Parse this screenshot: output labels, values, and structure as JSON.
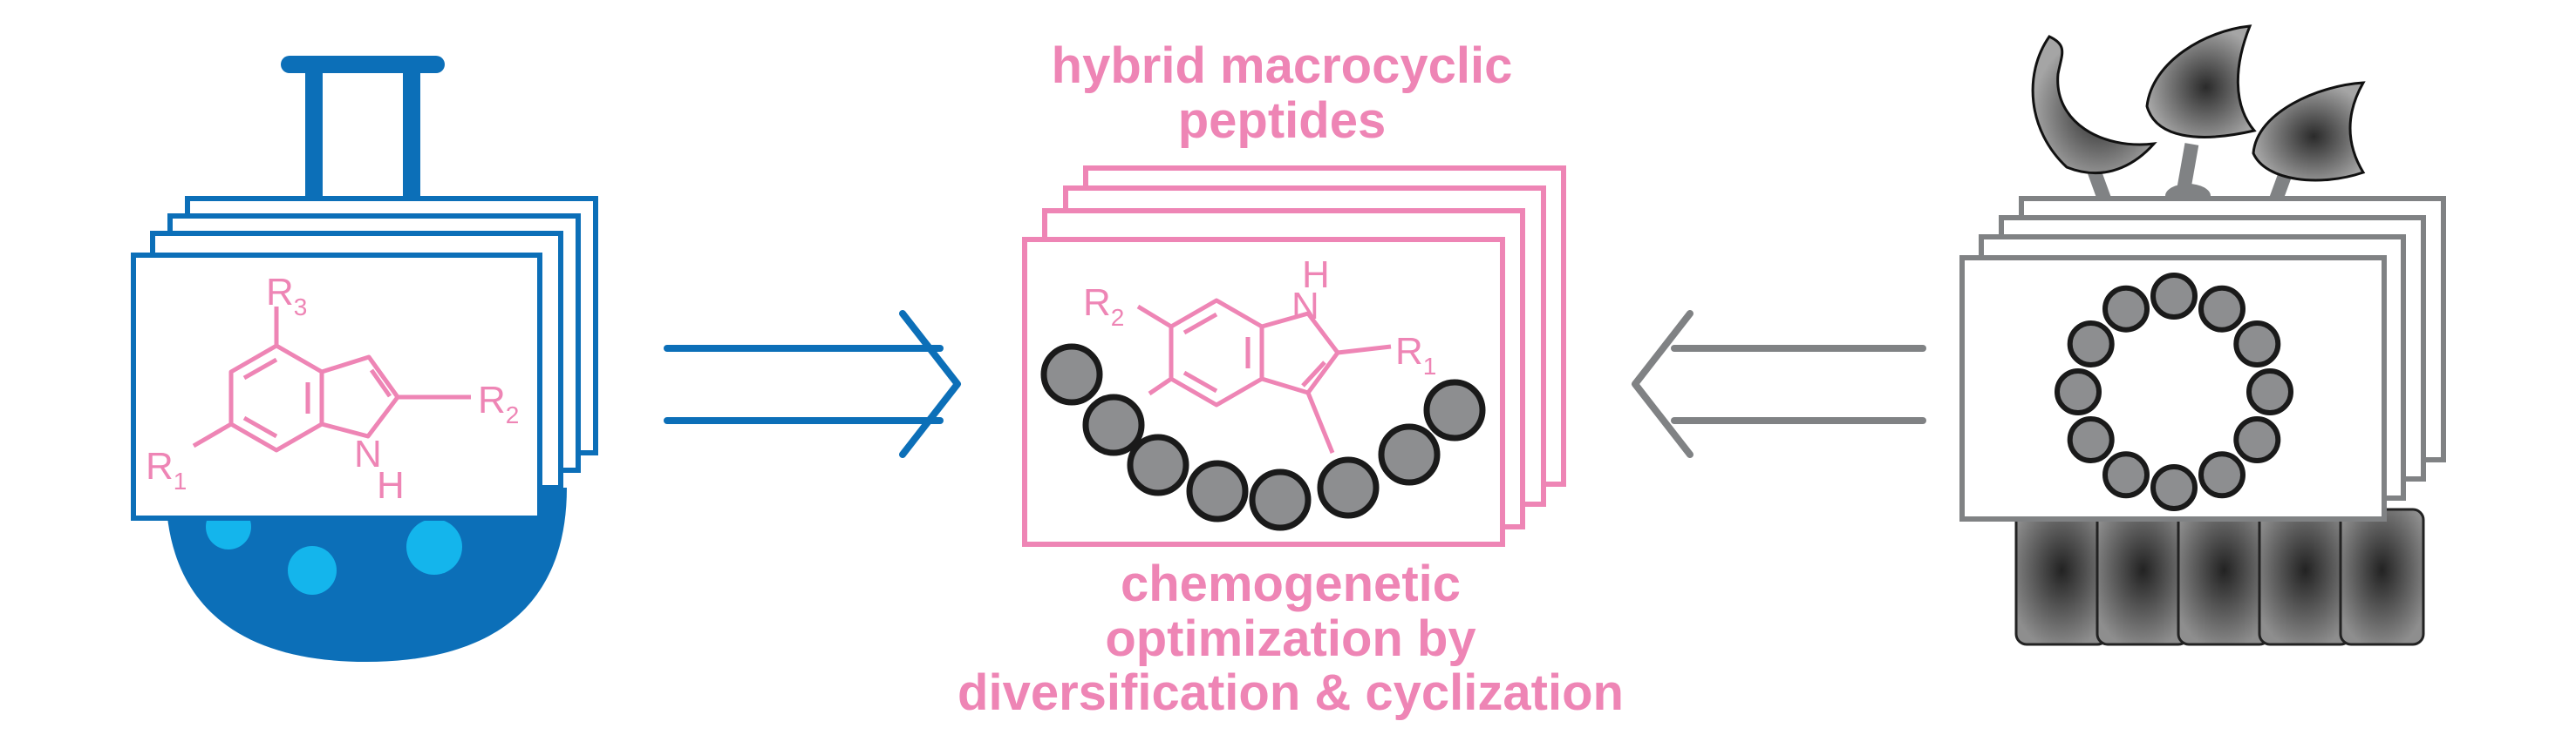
{
  "captions": {
    "top_line1": "hybrid macrocyclic",
    "top_line2": "peptides",
    "bottom_line1": "chemogenetic",
    "bottom_line2": "optimization by",
    "bottom_line3": "diversification & cyclization"
  },
  "left_indole": {
    "r3": "R",
    "r3_sub": "3",
    "r2": "R",
    "r2_sub": "2",
    "r1": "R",
    "r1_sub": "1",
    "nh_n": "N",
    "nh_h": "H"
  },
  "center_indole": {
    "r2": "R",
    "r2_sub": "2",
    "r1": "R",
    "r1_sub": "1",
    "nh_n": "N",
    "nh_h": "H"
  },
  "colors": {
    "blue": "#0c6fb8",
    "pink": "#ee85b5",
    "gray": "#808284",
    "bead": "#8d8e90",
    "light_blue": "#14b5ec"
  }
}
